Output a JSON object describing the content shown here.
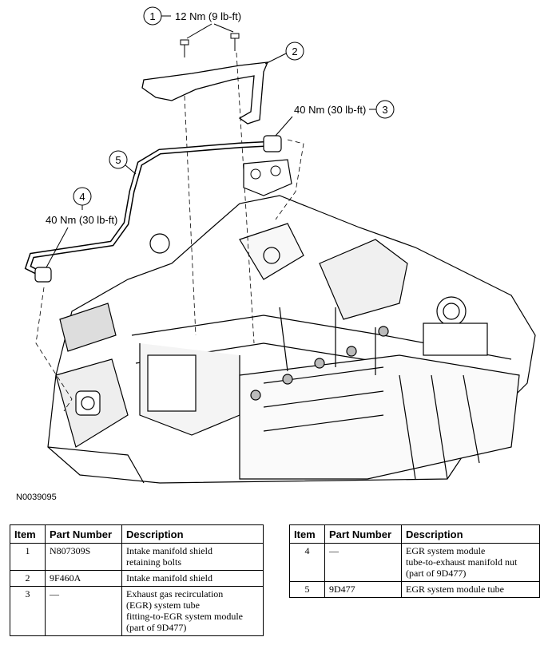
{
  "figure": {
    "callouts": [
      {
        "number": "1",
        "torque": "12 Nm (9 lb-ft)"
      },
      {
        "number": "2",
        "torque": ""
      },
      {
        "number": "3",
        "torque": "40 Nm (30 lb-ft)"
      },
      {
        "number": "4",
        "torque": "40 Nm (30 lb-ft)"
      },
      {
        "number": "5",
        "torque": ""
      }
    ],
    "figure_id": "N0039095"
  },
  "table": {
    "headers": [
      "Item",
      "Part Number",
      "Description"
    ],
    "left_rows": [
      {
        "item": "1",
        "part": "N807309S",
        "desc_lines": [
          "Intake manifold shield",
          "retaining bolts"
        ]
      },
      {
        "item": "2",
        "part": "9F460A",
        "desc_lines": [
          "Intake manifold shield"
        ]
      },
      {
        "item": "3",
        "part": "—",
        "desc_lines": [
          "Exhaust gas recirculation",
          "(EGR) system tube",
          "fitting-to-EGR system module",
          "(part of 9D477)"
        ]
      }
    ],
    "right_rows": [
      {
        "item": "4",
        "part": "—",
        "desc_lines": [
          "EGR system module",
          "tube-to-exhaust manifold nut",
          "(part of 9D477)"
        ]
      },
      {
        "item": "5",
        "part": "9D477",
        "desc_lines": [
          "EGR system module tube"
        ]
      }
    ]
  }
}
